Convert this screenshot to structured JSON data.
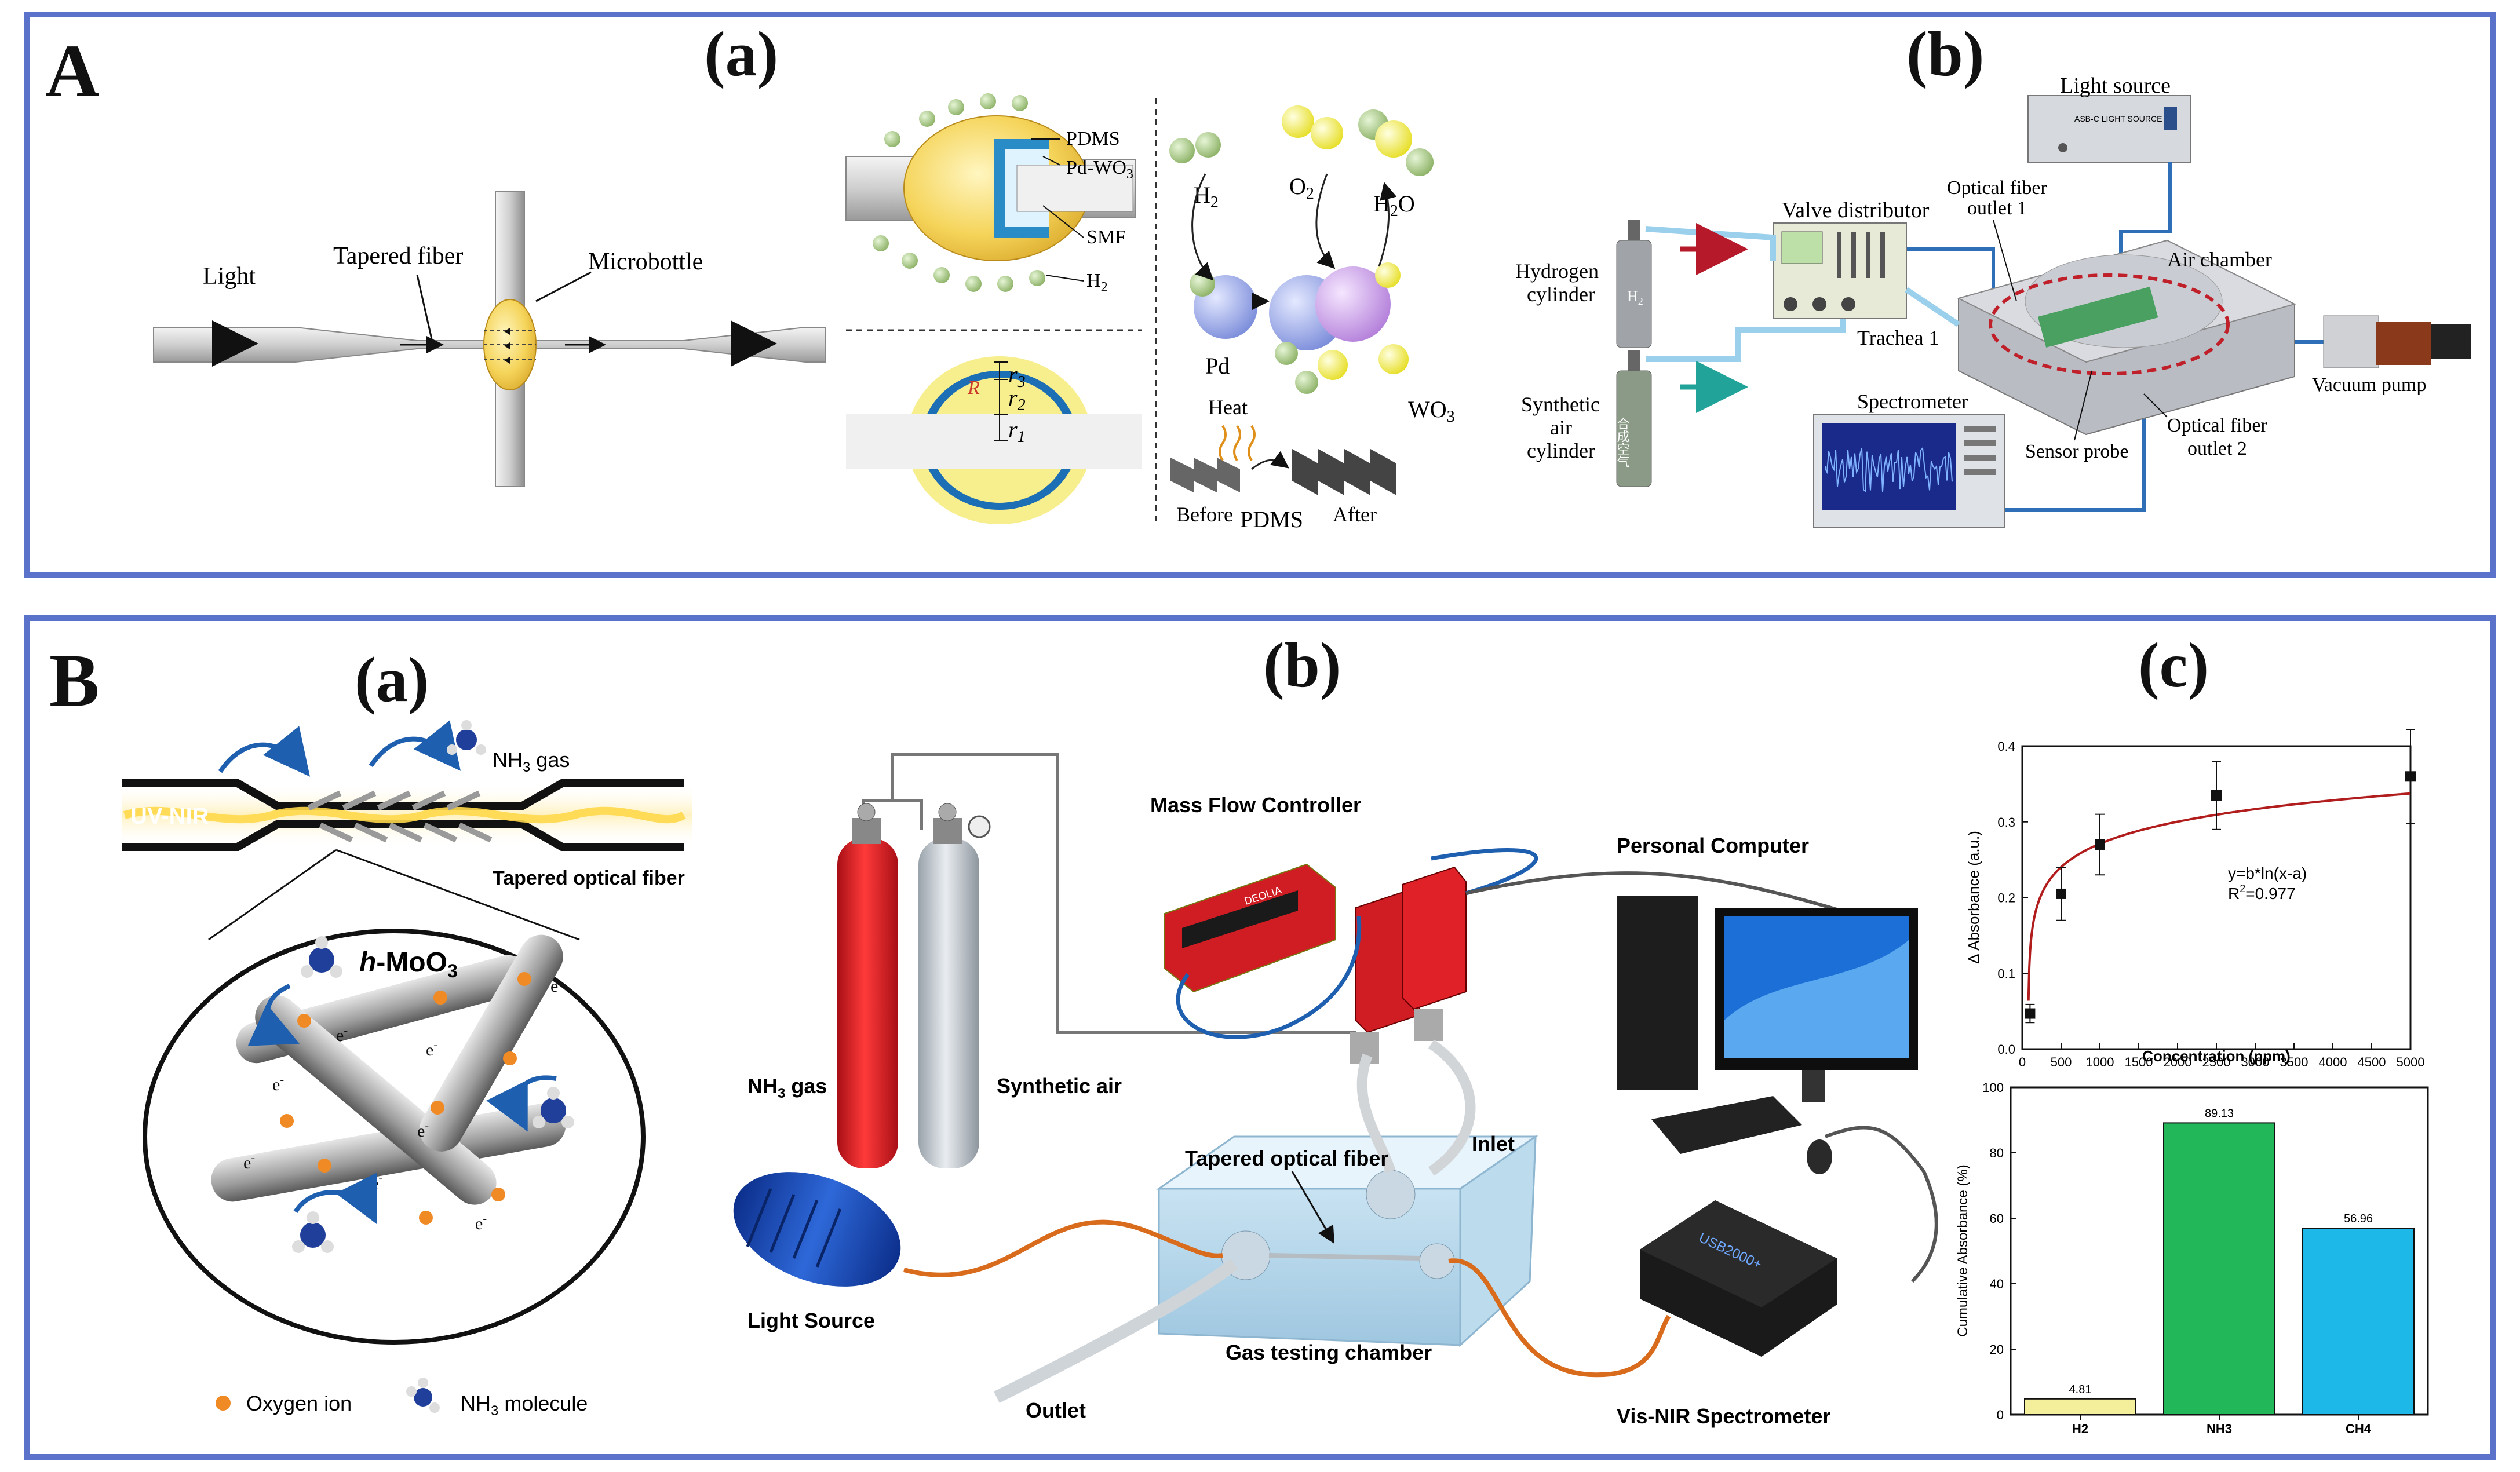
{
  "colors": {
    "frame": "#5a72c9",
    "red": "#e0222b",
    "blue_line": "#2f6fb8",
    "orange_fiber": "#d96b1c",
    "green_bar": "#22b85a",
    "cyan_bar": "#1db8e8",
    "yellow_bar": "#f4ef9a",
    "pdms": "#f2d25a",
    "wo3": "#cfa0e6",
    "pd": "#8ea0e6"
  },
  "panelA": {
    "letter": "A",
    "sub_a": "(a)",
    "sub_b": "(b)",
    "a": {
      "light": "Light",
      "tapered_fiber": "Tapered fiber",
      "microbottle": "Microbottle",
      "pdms": "PDMS",
      "pdwo3": "Pd-WO",
      "pdwo3_sub": "3",
      "smf": "SMF",
      "h2": "H",
      "h2_sub": "2",
      "r3": "r",
      "r3_sub": "3",
      "r2": "r",
      "r2_sub": "2",
      "r1": "r",
      "r1_sub": "1",
      "R": "R",
      "m_h2": "H",
      "m_h2_sub": "2",
      "m_o2": "O",
      "m_o2_sub": "2",
      "m_h2o": "H",
      "m_h2o_sub": "2",
      "m_h2o_tail": "O",
      "pd": "Pd",
      "heat": "Heat",
      "wo3": "WO",
      "wo3_sub": "3",
      "before": "Before",
      "pdms2": "PDMS",
      "after": "After"
    },
    "b": {
      "light_source": "Light source",
      "light_source_box": "ASB-C LIGHT SOURCE",
      "valve_distributor": "Valve distributor",
      "optical_fiber_outlet1_l1": "Optical fiber",
      "optical_fiber_outlet1_l2": "outlet 1",
      "air_chamber": "Air chamber",
      "hydrogen_l1": "Hydrogen",
      "hydrogen_l2": "cylinder",
      "h2_tank": "H",
      "h2_tank_sub": "2",
      "synthetic_l1": "Synthetic",
      "synthetic_l2": "air",
      "synthetic_l3": "cylinder",
      "synthetic_tank": "合成空气",
      "trachea": "Trachea 1",
      "spectrometer": "Spectrometer",
      "sensor_probe": "Sensor probe",
      "outlet2_l1": "Optical fiber",
      "outlet2_l2": "outlet 2",
      "vacuum_pump": "Vacuum pump"
    }
  },
  "panelB": {
    "letter": "B",
    "sub_a": "(a)",
    "sub_b": "(b)",
    "sub_c": "(c)",
    "a": {
      "nh3_gas": "NH",
      "nh3_gas_sub": "3",
      "nh3_gas_tail": " gas",
      "uv_nir": "UV-NIR",
      "tapered_optical_fiber": "Tapered optical fiber",
      "hmoo3_h": "h",
      "hmoo3_rest": "-MoO",
      "hmoo3_sub": "3",
      "electron": "e",
      "electron_sup": "-",
      "oxygen_ion": "Oxygen ion",
      "nh3_molecule": "NH",
      "nh3_molecule_sub": "3",
      "nh3_molecule_tail": " molecule"
    },
    "b": {
      "mass_flow_controller": "Mass Flow Controller",
      "personal_computer": "Personal Computer",
      "nh3_gas": "NH",
      "nh3_gas_sub": "3",
      "nh3_gas_tail": " gas",
      "synthetic_air": "Synthetic air",
      "tapered_optical_fiber": "Tapered optical fiber",
      "inlet": "Inlet",
      "light_source": "Light Source",
      "gas_testing_chamber": "Gas testing chamber",
      "outlet": "Outlet",
      "vis_nir": "Vis-NIR Spectrometer",
      "mfc_brand": "DEOLIA"
    }
  },
  "chart_data": [
    {
      "type": "scatter",
      "xlabel": "Concentration (ppm)",
      "ylabel": "Δ Absorbance (a.u.)",
      "xlim": [
        0,
        5000
      ],
      "ylim": [
        0,
        0.4
      ],
      "xticks": [
        "0",
        "500",
        "1000",
        "1500",
        "2000",
        "2500",
        "3000",
        "3500",
        "4000",
        "4500",
        "5000"
      ],
      "yticks": [
        "0.0",
        "0.1",
        "0.2",
        "0.3",
        "0.4"
      ],
      "x": [
        100,
        500,
        1000,
        2500,
        5000
      ],
      "y": [
        0.047,
        0.205,
        0.27,
        0.335,
        0.36
      ],
      "err": [
        0.012,
        0.035,
        0.04,
        0.045,
        0.062
      ],
      "fit": {
        "a": 75,
        "b": 0.0397
      },
      "equation": "y=b*ln(x-a)",
      "r2_label": "R",
      "r2_sup": "2",
      "r2_value": "=0.977",
      "grid": false
    },
    {
      "type": "bar",
      "categories": [
        "H2",
        "NH3",
        "CH4"
      ],
      "values": [
        4.81,
        89.13,
        56.96
      ],
      "value_labels": [
        "4.81",
        "89.13",
        "56.96"
      ],
      "ylabel": "Cumulative Absorbance (%)",
      "ylim": [
        0,
        100
      ],
      "yticks": [
        "0",
        "20",
        "40",
        "60",
        "80",
        "100"
      ],
      "colors": [
        "#f4ef9a",
        "#22b85a",
        "#1db8e8"
      ],
      "grid": false
    }
  ]
}
